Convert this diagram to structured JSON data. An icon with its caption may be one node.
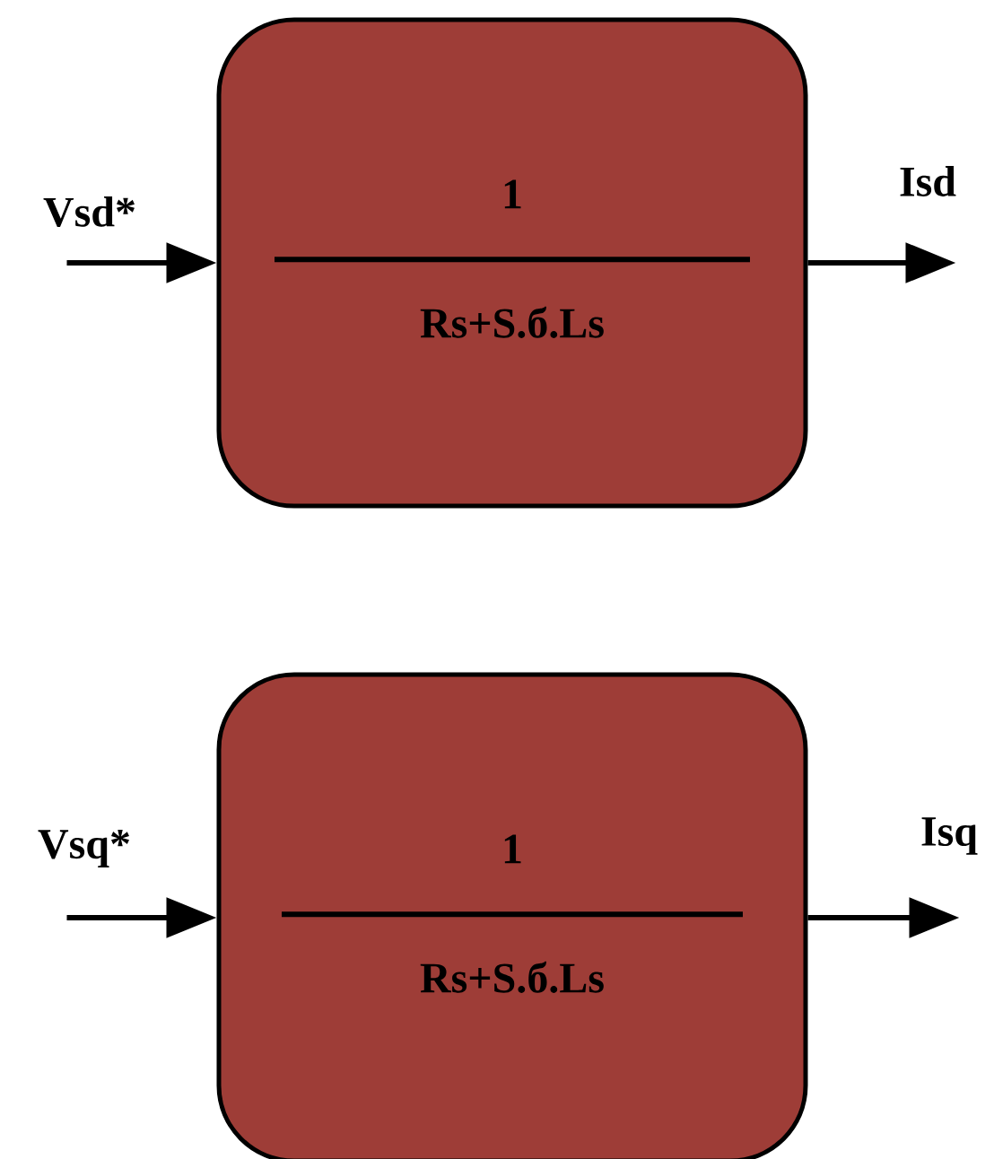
{
  "diagram": {
    "nodes": [
      {
        "text": [
          "1",
          "Rs+S.б.Ls"
        ]
      },
      {
        "text": [
          "1",
          "Rs+S.б.Ls"
        ]
      }
    ],
    "edges": [
      {
        "from": null,
        "to": 0,
        "arrow": "to",
        "label": "Vsd*"
      },
      {
        "from": 0,
        "to": null,
        "arrow": "to",
        "label": "Isd"
      },
      {
        "from": null,
        "to": 1,
        "arrow": "to",
        "label": "Vsq*"
      },
      {
        "from": 1,
        "to": null,
        "arrow": "to",
        "label": "Isq"
      }
    ]
  }
}
